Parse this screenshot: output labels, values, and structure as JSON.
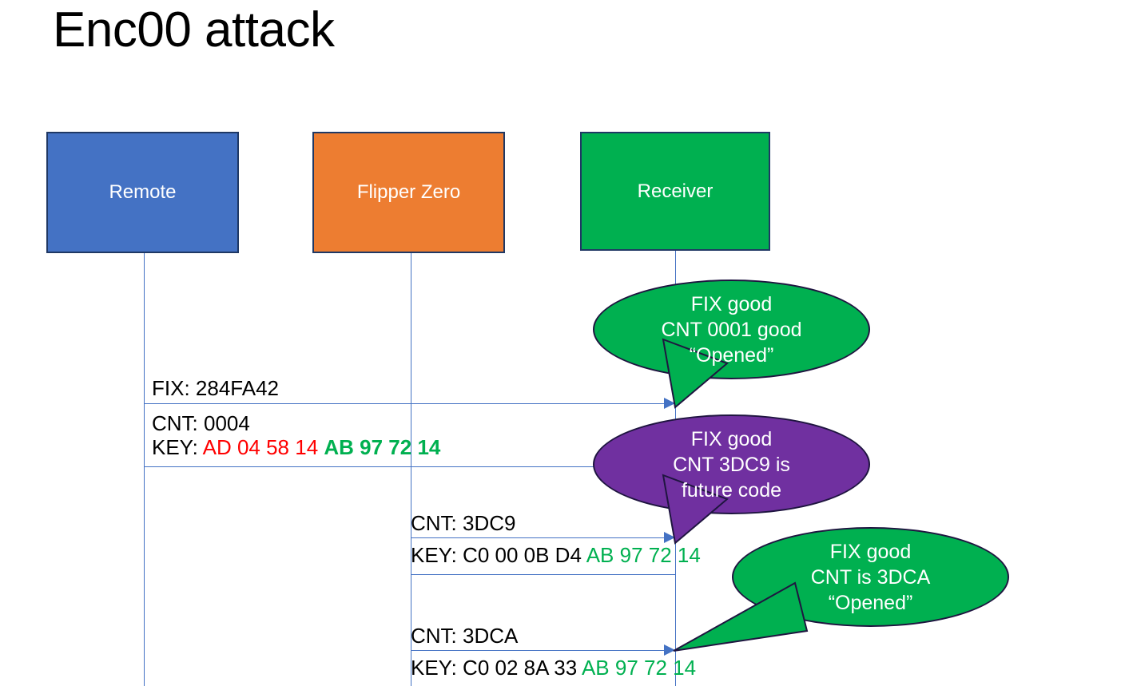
{
  "title": "Enc00 attack",
  "actors": [
    {
      "label": "Remote",
      "color": "#4472C4"
    },
    {
      "label": "Flipper Zero",
      "color": "#ED7D31"
    },
    {
      "label": "Receiver",
      "color": "#00B050"
    }
  ],
  "messages": [
    {
      "id": "msg-fix",
      "from": "Remote",
      "to": "Receiver",
      "line1": "FIX: 284FA42"
    },
    {
      "id": "msg-cnt-0004",
      "from": "Remote",
      "to": "Receiver",
      "line1": "CNT: 0004",
      "key_label": "KEY: ",
      "key_part_red": "AD 04 58 14 ",
      "key_part_green": "AB 97 72 14"
    },
    {
      "id": "msg-cnt-3dc9",
      "from": "Flipper Zero",
      "to": "Receiver",
      "line1": "CNT: 3DC9",
      "key_label": "KEY: C0 00 0B D4 ",
      "key_part_green": "AB 97 72 14"
    },
    {
      "id": "msg-cnt-3dca",
      "from": "Flipper Zero",
      "to": "Receiver",
      "line1": "CNT: 3DCA",
      "key_label": "KEY: C0 02 8A 33 ",
      "key_part_green": "AB 97 72 14"
    }
  ],
  "bubbles": [
    {
      "id": "bubble-1",
      "color": "#00B050",
      "lines": [
        "FIX good",
        "CNT 0001 good",
        "“Opened”"
      ]
    },
    {
      "id": "bubble-2",
      "color": "#7030A0",
      "lines": [
        "FIX good",
        "CNT 3DC9 is",
        "future code"
      ]
    },
    {
      "id": "bubble-3",
      "color": "#00B050",
      "lines": [
        "FIX good",
        "CNT is 3DCA",
        "“Opened”"
      ]
    }
  ],
  "colors": {
    "accent_blue": "#4472C4",
    "accent_orange": "#ED7D31",
    "accent_green": "#00B050",
    "accent_purple": "#7030A0",
    "key_red": "#FF0000",
    "key_green": "#00B050",
    "border_dark": "#1F3864"
  }
}
